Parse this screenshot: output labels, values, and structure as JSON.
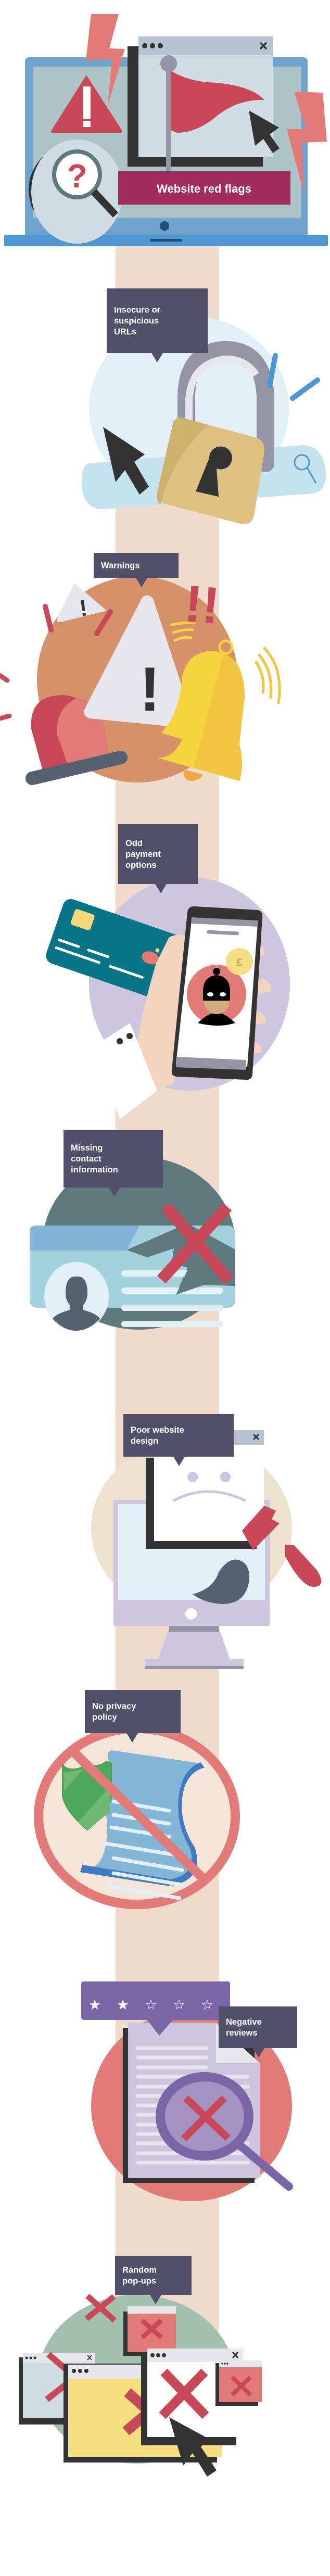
{
  "header": {
    "title": "Website red flags"
  },
  "colors": {
    "callout_bg": "#524f6b",
    "title_banner": "#a12b5e",
    "stripe": "#efdacb",
    "red": "#c84858",
    "salmon": "#e27b78",
    "dark": "#333333"
  },
  "sections": [
    {
      "id": "insecure-urls",
      "label_lines": [
        "Insecure or",
        "suspicious",
        "URLs"
      ],
      "icons": [
        "cursor-icon",
        "open-padlock-icon",
        "search-icon"
      ]
    },
    {
      "id": "warnings",
      "label_lines": [
        "Warnings"
      ],
      "icons": [
        "warning-triangle-icon",
        "siren-icon",
        "bell-icon",
        "exclamation-icon"
      ]
    },
    {
      "id": "odd-payment",
      "label_lines": [
        "Odd",
        "payment",
        "options"
      ],
      "icons": [
        "credit-card-icon",
        "smartphone-icon",
        "thief-icon",
        "pound-coin-icon"
      ],
      "coin_symbol": "£"
    },
    {
      "id": "missing-contact",
      "label_lines": [
        "Missing",
        "contact",
        "information"
      ],
      "icons": [
        "id-card-icon",
        "avatar-icon",
        "cross-icon"
      ]
    },
    {
      "id": "poor-design",
      "label_lines": [
        "Poor website",
        "design"
      ],
      "icons": [
        "monitor-icon",
        "sad-face-icon",
        "paintbrush-icon",
        "close-icon"
      ]
    },
    {
      "id": "no-privacy",
      "label_lines": [
        "No privacy",
        "policy"
      ],
      "icons": [
        "prohibited-icon",
        "document-scroll-icon",
        "shield-icon"
      ]
    },
    {
      "id": "negative-reviews",
      "label_lines": [
        "Negative",
        "reviews"
      ],
      "icons": [
        "star-rating-icon",
        "document-icon",
        "magnifier-icon",
        "cross-icon"
      ],
      "rating": {
        "value": 2,
        "max": 5
      }
    },
    {
      "id": "random-popups",
      "label_lines": [
        "Random",
        "pop-ups"
      ],
      "icons": [
        "popup-window-icon",
        "cross-icon",
        "cursor-icon"
      ]
    }
  ]
}
